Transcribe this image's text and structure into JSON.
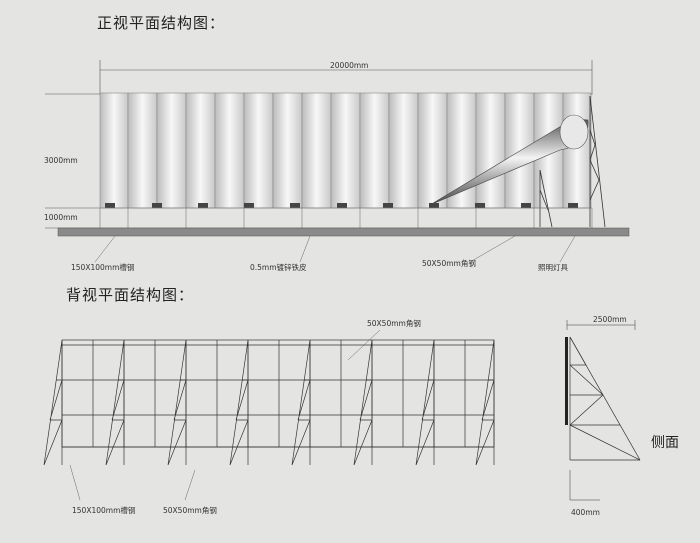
{
  "front": {
    "title": "正视平面结构图：",
    "width_label": "20000mm",
    "height_label": "3000mm",
    "base_height_label": "1000mm",
    "channel_label": "150X100mm槽钢",
    "sheet_label": "0.5mm镀锌铁皮",
    "angle_label": "50X50mm角钢",
    "lamp_label": "照明灯具"
  },
  "back": {
    "title": "背视平面结构图：",
    "angle_top_label": "50X50mm角钢",
    "channel_label": "150X100mm槽钢",
    "angle_bottom_label": "50X50mm角钢"
  },
  "side": {
    "title": "侧面",
    "depth_label": "2500mm",
    "base_label": "400mm"
  },
  "colors": {
    "background": "#e4e4e2",
    "line": "#333333",
    "panel": "#d8d8d8"
  }
}
